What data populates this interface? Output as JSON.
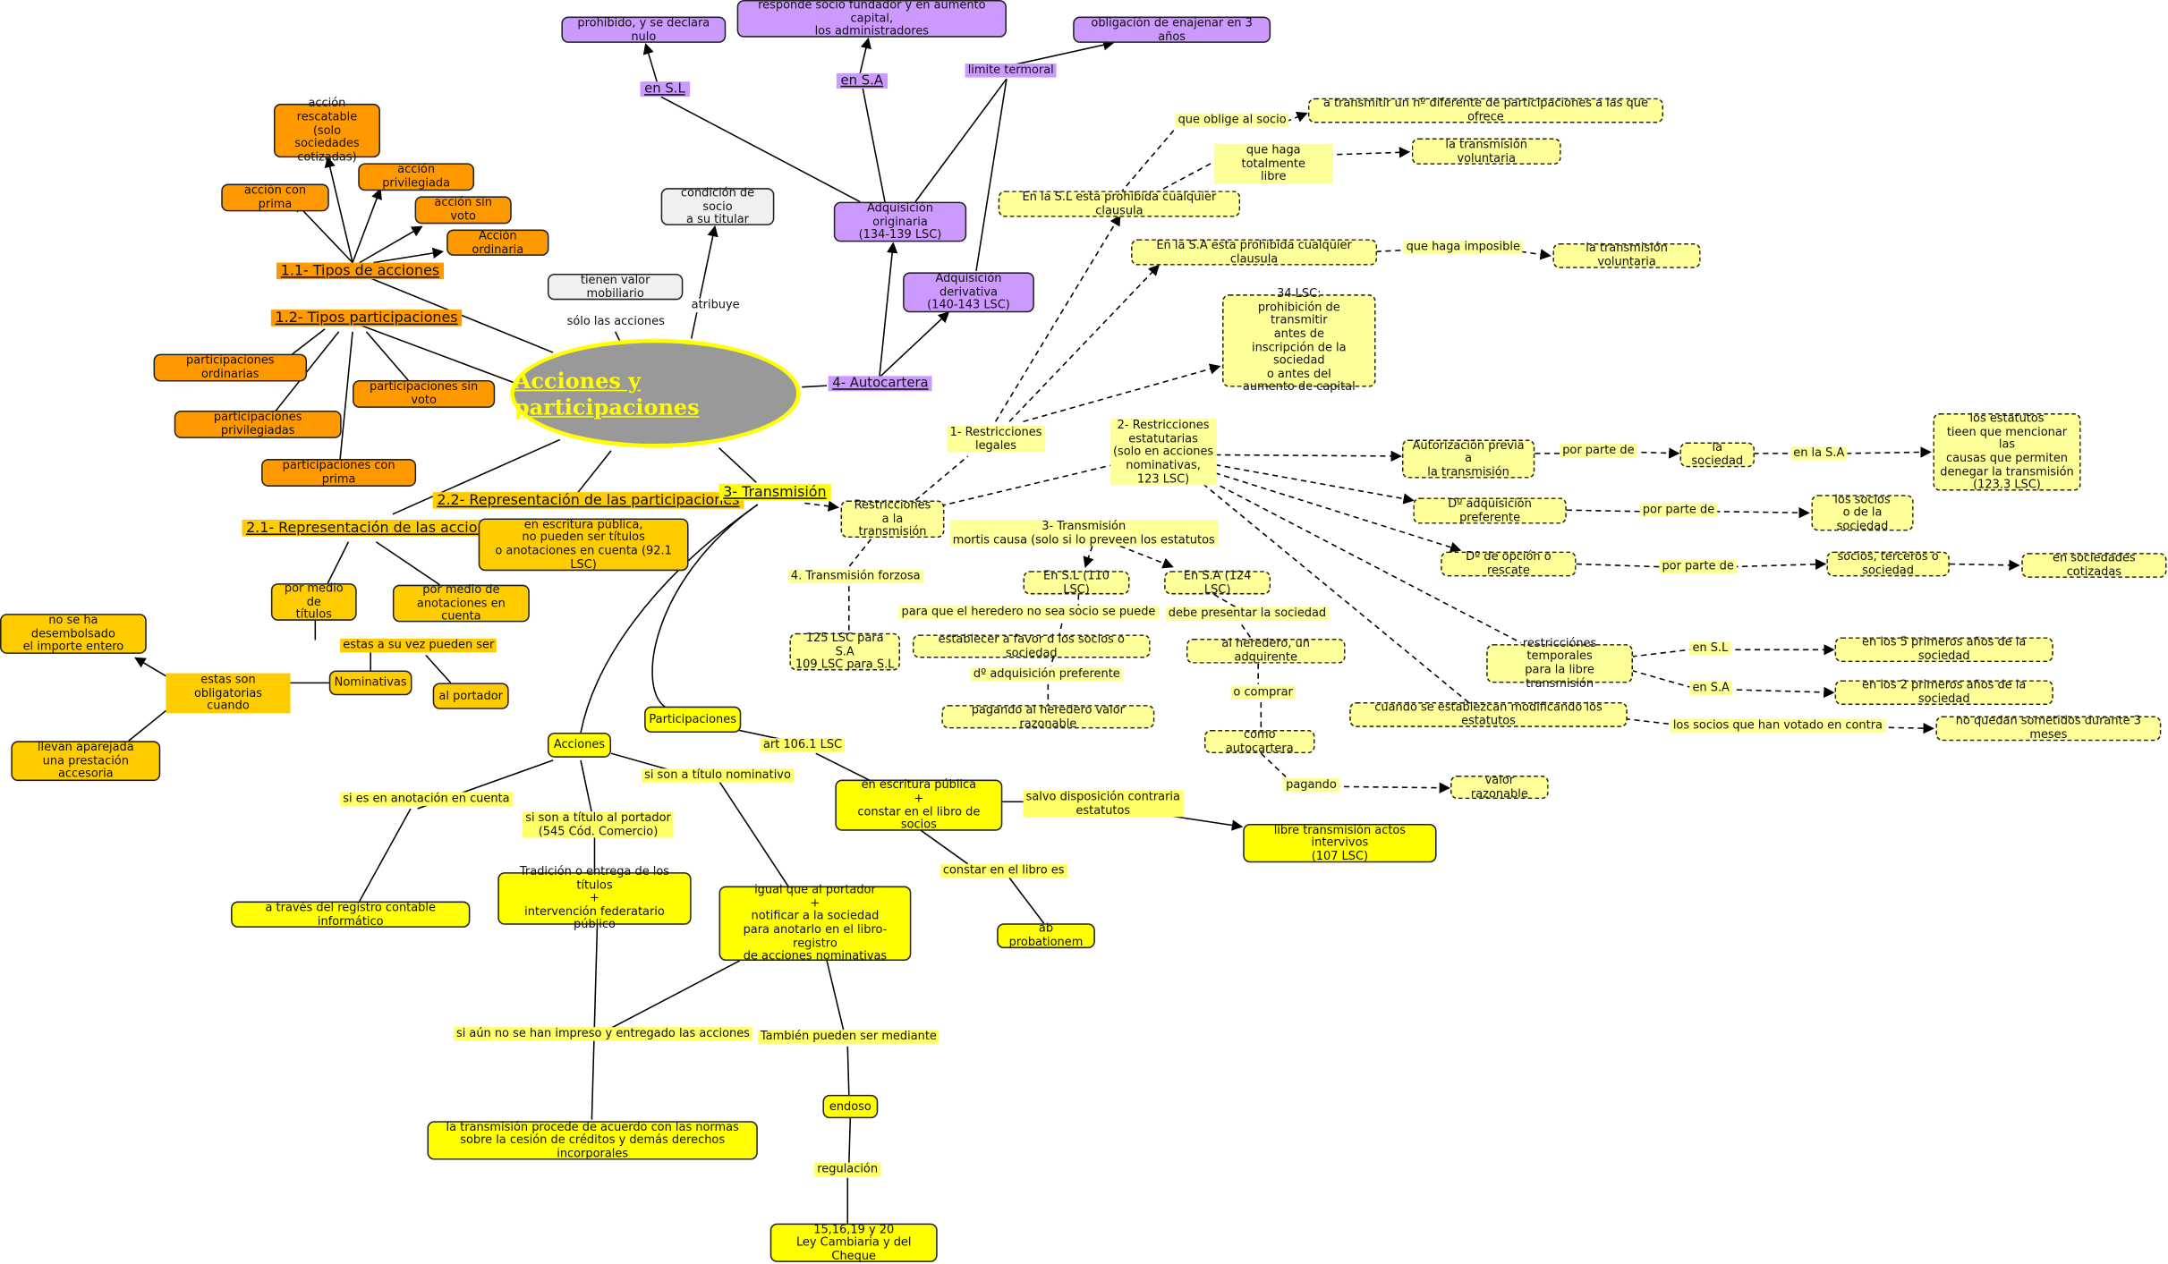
{
  "central": "Acciones y participaciones",
  "headings": {
    "tipos_acciones": "1.1- Tipos de acciones",
    "tipos_participaciones": "1.2- Tipos participaciones",
    "rep_acciones": "2.1- Representación de las acciones",
    "rep_participaciones": "2.2- Representación de las participaciones",
    "transmision": "3- Transmisión",
    "autocartera": "4- Autocartera",
    "en_sl": "en S.L",
    "en_sa": "en S.A",
    "limite": "limite termoral"
  },
  "nodes": {
    "accion_rescatable": "acción rescatable\n(solo sociedades\ncotizadas)",
    "accion_privilegiada": "acción privilegiada",
    "accion_prima": "acción con prima",
    "accion_sin_voto": "acción sin voto",
    "accion_ordinaria": "Acción ordinaria",
    "part_ordinarias": "participaciones ordinarias",
    "part_sin_voto": "participaciones sin voto",
    "part_privilegiadas": "participaciones privilegiadas",
    "part_prima": "participaciones con prima",
    "valor_mobiliario": "tienen valor mobiliario",
    "condicion_socio": "condición de socio\na su titular",
    "prohibido_nulo": "prohibido, y se declara nulo",
    "responde_socio": "responde socio fundador y en aumento capital,\nlos administradores",
    "obligacion_enajenar": "obligación de enajenar en 3 años",
    "adq_originaria": "Adquisición originaria\n(134-139 LSC)",
    "adq_derivativa": "Adquisición derivativa\n(140-143 LSC)",
    "escritura_publica_part": "en escritura pública,\nno pueden ser títulos\no anotaciones en cuenta (92.1 LSC)",
    "por_medio_titulos": "por medio de\ntítulos",
    "por_medio_anotaciones": "por medio de\nanotaciones en cuenta",
    "no_desembolsado": "no se ha desembolsado\nel importe entero",
    "nominativas": "Nominativas",
    "al_portador": "al portador",
    "prestacion_accesoria": "llevan aparejada\nuna prestación accesoria",
    "acciones": "Acciones",
    "participaciones": "Participaciones",
    "registro_contable": "a través del registro contable informático",
    "tradicion_entrega": "Tradición o entrega de los títulos\n+\nintervención federatario público",
    "igual_portador": "igual que al portador\n+\nnotificar a la sociedad\npara anotarlo en el libro-registro\nde acciones nominativas",
    "cesion_creditos": "la transmisión procede de acuerdo con las normas\nsobre la cesión de créditos y demás derechos incorporales",
    "endoso": "endoso",
    "ley_cambiaria": "15,16,19 y 20\nLey Cambiaria y del Cheque",
    "escritura_libro_socios": "en escritura pública\n+\nconstar en el libro de socios",
    "ab_probationem": "ab probationem",
    "libre_transmision": "libre transmisión actos intervivos\n(107 LSC)",
    "restricciones_transmision": "Restricciones\na la transmisión",
    "lsc_125_109": "125 LSC para S.A\n109 LSC para S.L",
    "prohibida_sl": "En la S.L esta prohibida cualquier clausula",
    "prohibida_sa": "En la S.A esta prohibida cualquier clausula",
    "nro_diferente": "a transmitir un nº diferente de participaciones a las que ofrece",
    "transm_voluntaria_1": "la transmisión voluntaria",
    "transm_voluntaria_2": "la transmisión voluntaria",
    "lsc_34": "34 LSC:\nprohibición de transmitir\nantes de\ninscripción de la sociedad\no antes del\naumento de capital",
    "autorizacion_previa": "Autorización previa a\nla transmisión",
    "la_sociedad": "la sociedad",
    "estatutos_causas": "los estatutos\ntieen que mencionar las\ncausas que permiten\ndenegar la transmisión\n(123.3 LSC)",
    "do_adq_pref": "Dº adquisición preferente",
    "socios_sociedad": "los socios\no de la sociedad",
    "do_opcion": "Dº de opción o rescate",
    "socios_terceros": "socios, terceros o sociedad",
    "soc_cotizadas": "en sociedades cotizadas",
    "restr_temporales": "restricciónes temporales\npara la libre transmisión",
    "cinco_anos": "en los 5 primeros años de la sociedad",
    "dos_anos": "en los 2 primeros años de la sociedad",
    "estatutos_modif": "cuando se establezcan modificando los estatutos",
    "tres_meses": "no quedan sometidos durante 3 meses",
    "en_sl_110": "En S.L (110 LSC)",
    "en_sa_124": "En S.A (124 LSC)",
    "establecer_favor": "establecer a favor d los socios o sociedad",
    "pagando_heredero": "pagando al heredero valor razonable",
    "al_heredero": "al heredero, un adquirente",
    "como_autocartera": "como autocartera",
    "valor_razonable": "valor razonable"
  },
  "labels": {
    "solo_acciones": "sólo las acciones",
    "atribuye": "atribuye",
    "estas_vez": "estas a su vez pueden ser",
    "obligatorias_cuando": "estas son obligatorias\ncuando",
    "anotacion_cuenta": "si es en anotación en cuenta",
    "titulo_portador": "si son a título al portador\n(545 Cód. Comercio)",
    "titulo_nominativo": "si son a título nominativo",
    "art_106": "art 106.1 LSC",
    "salvo_disposicion": "salvo disposición contraria\nestatutos",
    "constar_libro": "constar en el libro es",
    "aun_no_impreso": "si aún no se han impreso y entregado las acciones",
    "tambien_mediante": "También pueden ser mediante",
    "regulacion": "regulación",
    "transm_forzosa": "4. Transmisión forzosa",
    "restr_legales": "1- Restricciones\nlegales",
    "restr_estatutarias": "2- Restricciones\nestatutarias\n(solo en acciones\nnominativas,\n123 LSC)",
    "mortis_causa": "3- Transmisión\nmortis causa (solo si lo preveen los estatutos",
    "que_oblige": "que oblige al socio",
    "totalmente_libre": "que haga totalmente\nlibre",
    "haga_imposible": "que haga imposible",
    "por_parte_1": "por parte de",
    "en_la_sa": "en la S.A",
    "por_parte_2": "por parte de",
    "por_parte_3": "por parte de",
    "en_sl_lbl": "en S.L",
    "en_sa_lbl": "en S.A",
    "votado_contra": "los socios que han votado en contra",
    "heredero_no_socio": "para que el heredero no sea socio se puede",
    "do_adq_pref_lbl": "dº adquisición preferente",
    "presentar_sociedad": "debe presentar la sociedad",
    "o_comprar": "o comprar",
    "pagando": "pagando"
  }
}
